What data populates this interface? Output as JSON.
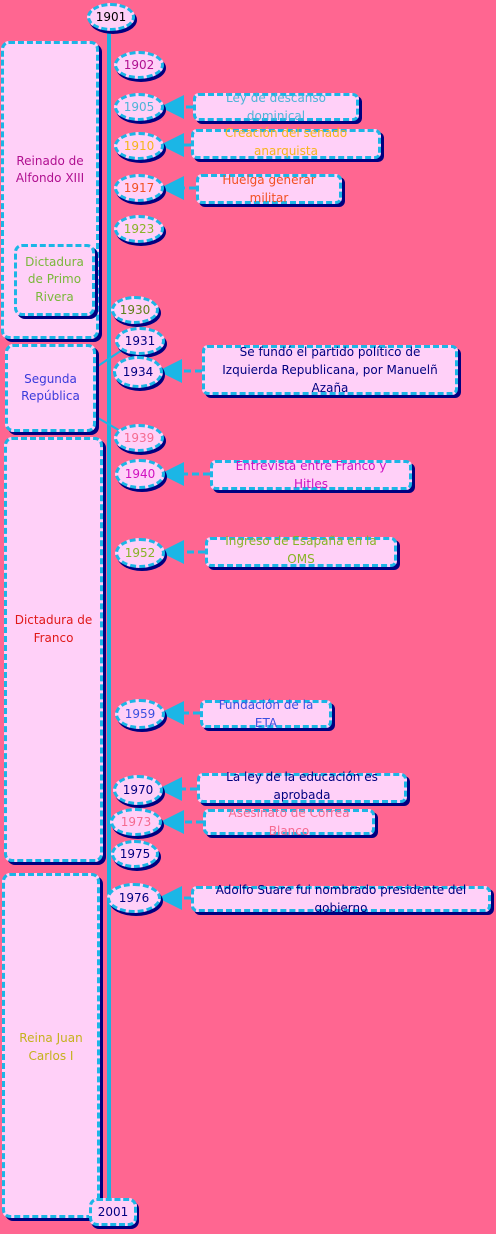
{
  "colors": {
    "background": "#ff6691",
    "box_fill": "#ffd0f8",
    "border": "#1bb6e6",
    "shadow": "#000080"
  },
  "periods": {
    "alfonso": {
      "label": "Reinado de\nAlfondo XIII",
      "color": "#b01090"
    },
    "primo": {
      "label": "Dictadura\nde Primo\nRivera",
      "color": "#79b83a"
    },
    "segunda": {
      "label": "Segunda\nRepública",
      "color": "#3a3adb"
    },
    "franco": {
      "label": "Dictadura de\nFranco",
      "color": "#e01818"
    },
    "juan": {
      "label": "Reina Juan\nCarlos I",
      "color": "#c4b21c"
    }
  },
  "years": {
    "y1901": {
      "label": "1901",
      "color": "#000000"
    },
    "y1902": {
      "label": "1902",
      "color": "#b01090"
    },
    "y1905": {
      "label": "1905",
      "color": "#4db4d8"
    },
    "y1910": {
      "label": "1910",
      "color": "#f5b51c"
    },
    "y1917": {
      "label": "1917",
      "color": "#f25022"
    },
    "y1923": {
      "label": "1923",
      "color": "#88b426"
    },
    "y1930": {
      "label": "1930",
      "color": "#60801a"
    },
    "y1931": {
      "label": "1931",
      "color": "#000080"
    },
    "y1934": {
      "label": "1934",
      "color": "#000080"
    },
    "y1939": {
      "label": "1939",
      "color": "#f56a90"
    },
    "y1940": {
      "label": "1940",
      "color": "#d010c0"
    },
    "y1952": {
      "label": "1952",
      "color": "#88b426"
    },
    "y1959": {
      "label": "1959",
      "color": "#3a50e0"
    },
    "y1970": {
      "label": "1970",
      "color": "#000080"
    },
    "y1973": {
      "label": "1973",
      "color": "#f56a90"
    },
    "y1975": {
      "label": "1975",
      "color": "#000080"
    },
    "y1976": {
      "label": "1976",
      "color": "#000080"
    },
    "y2001": {
      "label": "2001",
      "color": "#000080"
    }
  },
  "events": {
    "e1905": {
      "label": "Ley de descanso dominical",
      "color": "#4db4d8"
    },
    "e1910": {
      "label": "Creación del senado anarquista",
      "color": "#f5b51c"
    },
    "e1917": {
      "label": "Huelga generar militar",
      "color": "#f25022"
    },
    "e1934": {
      "label": "Se fundó el partido político de\nIzquierda Republicana, por Manuelñ Azaña",
      "color": "#000080"
    },
    "e1940": {
      "label": "Entrevista entre Franco y Hitles",
      "color": "#d010c0"
    },
    "e1952": {
      "label": "Ingreso de Esapaña en la OMS",
      "color": "#88b426"
    },
    "e1959": {
      "label": "Fundación de la ETA",
      "color": "#3a50e0"
    },
    "e1970": {
      "label": "La ley de la educación es aprobada",
      "color": "#000080"
    },
    "e1973": {
      "label": "Asesinato de Correa Blanco",
      "color": "#f56a90"
    },
    "e1976": {
      "label": "Adolfo Suare fui nombrado presidente del gobierno",
      "color": "#000080"
    }
  }
}
